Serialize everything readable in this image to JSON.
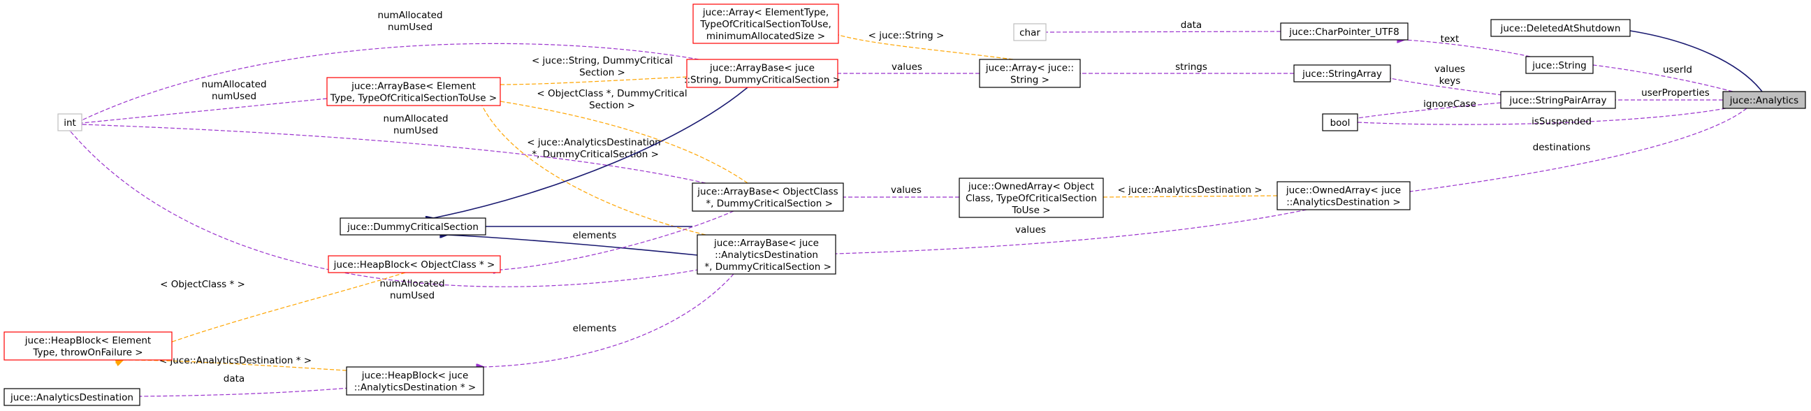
{
  "diagram": {
    "colors": {
      "member": "#9a32cd",
      "template": "#ffa500",
      "inherit": "#191970",
      "node_border": "#000000",
      "node_border_incomplete": "#ff0000",
      "node_border_builtin": "#bfbfbf",
      "root_fill": "#bfbfbf"
    },
    "nodes": [
      {
        "id": "analytics",
        "lines": [
          "juce::Analytics"
        ],
        "style": "root"
      },
      {
        "id": "deleted",
        "lines": [
          "juce::DeletedAtShutdown"
        ],
        "style": "normal"
      },
      {
        "id": "string",
        "lines": [
          "juce::String"
        ],
        "style": "normal"
      },
      {
        "id": "strpair",
        "lines": [
          "juce::StringPairArray"
        ],
        "style": "normal"
      },
      {
        "id": "bool",
        "lines": [
          "bool"
        ],
        "style": "normal"
      },
      {
        "id": "ownedarr_ad",
        "lines": [
          "juce::OwnedArray< juce",
          "::AnalyticsDestination >"
        ],
        "style": "normal"
      },
      {
        "id": "charptr",
        "lines": [
          "juce::CharPointer_UTF8"
        ],
        "style": "normal"
      },
      {
        "id": "strarray",
        "lines": [
          "juce::StringArray"
        ],
        "style": "normal"
      },
      {
        "id": "char",
        "lines": [
          "char"
        ],
        "style": "builtin"
      },
      {
        "id": "array_string",
        "lines": [
          "juce::Array< juce::",
          "String >"
        ],
        "style": "normal"
      },
      {
        "id": "array_tmpl",
        "lines": [
          "juce::Array< ElementType,",
          "TypeOfCriticalSectionToUse,",
          "minimumAllocatedSize >"
        ],
        "style": "incomplete"
      },
      {
        "id": "ownedarr_tmpl",
        "lines": [
          "juce::OwnedArray< Object",
          "Class, TypeOfCriticalSection",
          "ToUse >"
        ],
        "style": "normal"
      },
      {
        "id": "ab_string",
        "lines": [
          "juce::ArrayBase< juce",
          "::String, DummyCriticalSection >"
        ],
        "style": "incomplete"
      },
      {
        "id": "ab_objclass",
        "lines": [
          "juce::ArrayBase< ObjectClass",
          " *, DummyCriticalSection >"
        ],
        "style": "normal"
      },
      {
        "id": "ab_ad",
        "lines": [
          "juce::ArrayBase< juce",
          "::AnalyticsDestination",
          " *, DummyCriticalSection >"
        ],
        "style": "normal"
      },
      {
        "id": "ab_tmpl",
        "lines": [
          "juce::ArrayBase< Element",
          "Type, TypeOfCriticalSectionToUse >"
        ],
        "style": "incomplete"
      },
      {
        "id": "int",
        "lines": [
          "int"
        ],
        "style": "builtin"
      },
      {
        "id": "dummycs",
        "lines": [
          "juce::DummyCriticalSection"
        ],
        "style": "normal"
      },
      {
        "id": "hb_objclass",
        "lines": [
          "juce::HeapBlock< ObjectClass * >"
        ],
        "style": "incomplete"
      },
      {
        "id": "hb_tmpl",
        "lines": [
          "juce::HeapBlock< Element",
          "Type, throwOnFailure >"
        ],
        "style": "incomplete"
      },
      {
        "id": "hb_ad",
        "lines": [
          "juce::HeapBlock< juce",
          "::AnalyticsDestination * >"
        ],
        "style": "normal"
      },
      {
        "id": "ad",
        "lines": [
          "juce::AnalyticsDestination"
        ],
        "style": "normal"
      }
    ],
    "edges": [
      {
        "id": "e_deleted",
        "kind": "inherit",
        "label": []
      },
      {
        "id": "e_userid",
        "kind": "member",
        "label": [
          "userId"
        ]
      },
      {
        "id": "e_userprops",
        "kind": "member",
        "label": [
          "userProperties"
        ]
      },
      {
        "id": "e_suspended",
        "kind": "member",
        "label": [
          "isSuspended"
        ]
      },
      {
        "id": "e_destinations",
        "kind": "member",
        "label": [
          "destinations"
        ]
      },
      {
        "id": "e_text",
        "kind": "member",
        "label": [
          "text"
        ]
      },
      {
        "id": "e_data_char",
        "kind": "member",
        "label": [
          "data"
        ]
      },
      {
        "id": "e_valueskeys",
        "kind": "member",
        "label": [
          "values",
          "keys"
        ]
      },
      {
        "id": "e_ignorecase",
        "kind": "member",
        "label": [
          "ignoreCase"
        ]
      },
      {
        "id": "e_strings",
        "kind": "member",
        "label": [
          "strings"
        ]
      },
      {
        "id": "e_array_tmpl",
        "kind": "template",
        "label": [
          "< juce::String >"
        ]
      },
      {
        "id": "e_values_abstr",
        "kind": "member",
        "label": [
          "values"
        ]
      },
      {
        "id": "e_owned_tmpl",
        "kind": "template",
        "label": [
          "< juce::AnalyticsDestination >"
        ]
      },
      {
        "id": "e_values_ad",
        "kind": "member",
        "label": [
          "values"
        ]
      },
      {
        "id": "e_values_objc",
        "kind": "member",
        "label": [
          "values"
        ]
      },
      {
        "id": "e_abstr_tmpl",
        "kind": "template",
        "label": [
          "< juce::String, DummyCritical",
          "Section >"
        ]
      },
      {
        "id": "e_abobj_tmpl",
        "kind": "template",
        "label": [
          "< ObjectClass *, DummyCritical",
          "Section >"
        ]
      },
      {
        "id": "e_abad_tmpl",
        "kind": "template",
        "label": [
          "< juce::AnalyticsDestination",
          " *, DummyCriticalSection >"
        ]
      },
      {
        "id": "e_int_abstr",
        "kind": "member",
        "label": [
          "numAllocated",
          "numUsed"
        ]
      },
      {
        "id": "e_int_abtmpl",
        "kind": "member",
        "label": [
          "numAllocated",
          "numUsed"
        ]
      },
      {
        "id": "e_int_abobj",
        "kind": "member",
        "label": [
          "numAllocated",
          "numUsed"
        ]
      },
      {
        "id": "e_int_abad",
        "kind": "member",
        "label": [
          "numAllocated",
          "numUsed"
        ]
      },
      {
        "id": "e_dcs_abstr",
        "kind": "inherit",
        "label": []
      },
      {
        "id": "e_dcs_abobj",
        "kind": "inherit",
        "label": []
      },
      {
        "id": "e_dcs_abad",
        "kind": "inherit",
        "label": []
      },
      {
        "id": "e_elements_objc",
        "kind": "member",
        "label": [
          "elements"
        ]
      },
      {
        "id": "e_elements_ad",
        "kind": "member",
        "label": [
          "elements"
        ]
      },
      {
        "id": "e_hbobj_tmpl",
        "kind": "template",
        "label": [
          "< ObjectClass * >"
        ]
      },
      {
        "id": "e_hbad_tmpl",
        "kind": "template",
        "label": [
          "< juce::AnalyticsDestination * >"
        ]
      },
      {
        "id": "e_data_ad",
        "kind": "member",
        "label": [
          "data"
        ]
      }
    ]
  }
}
